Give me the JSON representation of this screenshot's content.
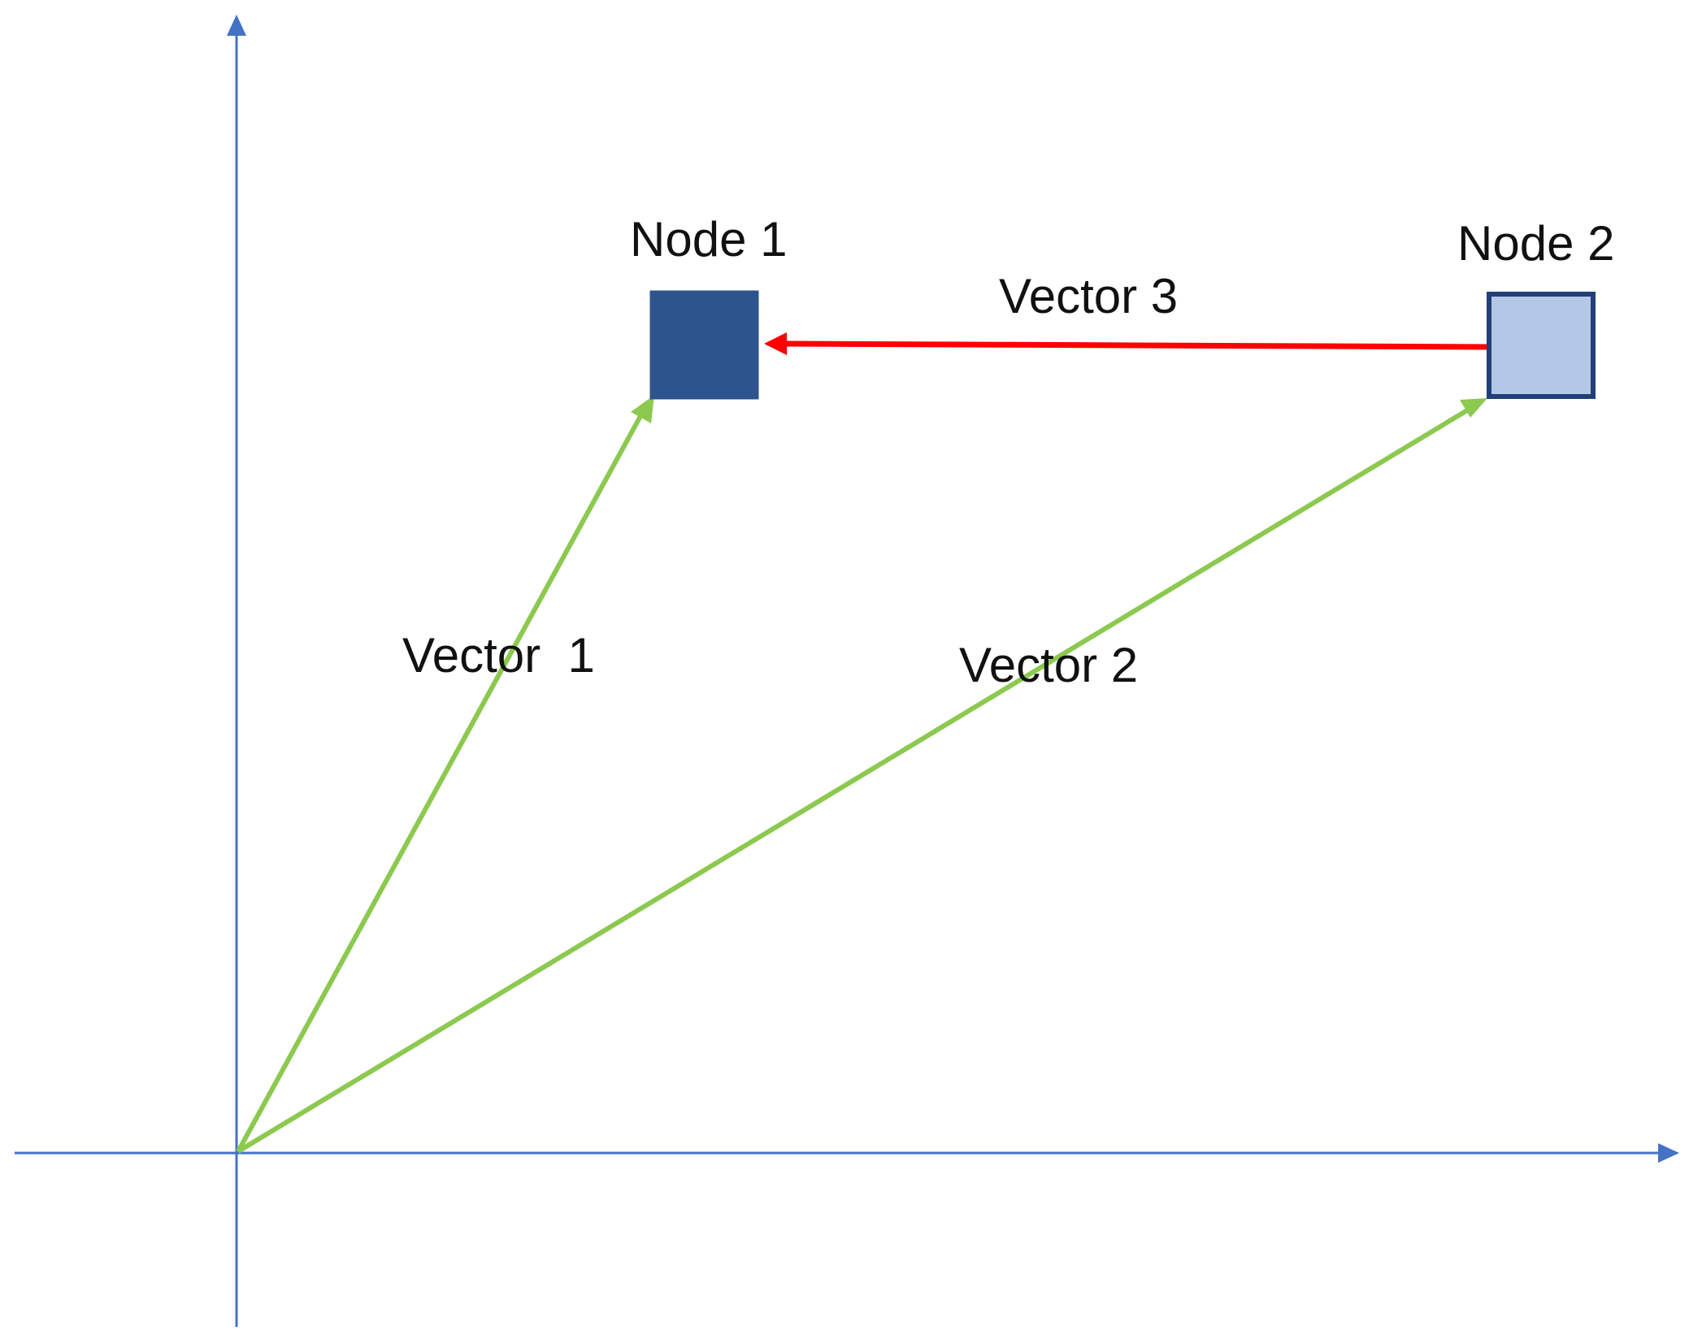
{
  "nodes": [
    {
      "id": "node-1",
      "label": "Node 1",
      "fill": "#2e548e",
      "stroke": "#2e548e"
    },
    {
      "id": "node-2",
      "label": "Node 2",
      "fill": "#b4c7e7",
      "stroke": "#213f78"
    }
  ],
  "vectors": [
    {
      "id": "vector-1",
      "label": "Vector  1",
      "from": "origin",
      "to": "node-1",
      "color": "#8cc94f"
    },
    {
      "id": "vector-2",
      "label": "Vector 2",
      "from": "origin",
      "to": "node-2",
      "color": "#8cc94f"
    },
    {
      "id": "vector-3",
      "label": "Vector 3",
      "from": "node-2",
      "to": "node-1",
      "color": "#ff0000"
    }
  ],
  "axes": {
    "color": "#4472c4"
  }
}
